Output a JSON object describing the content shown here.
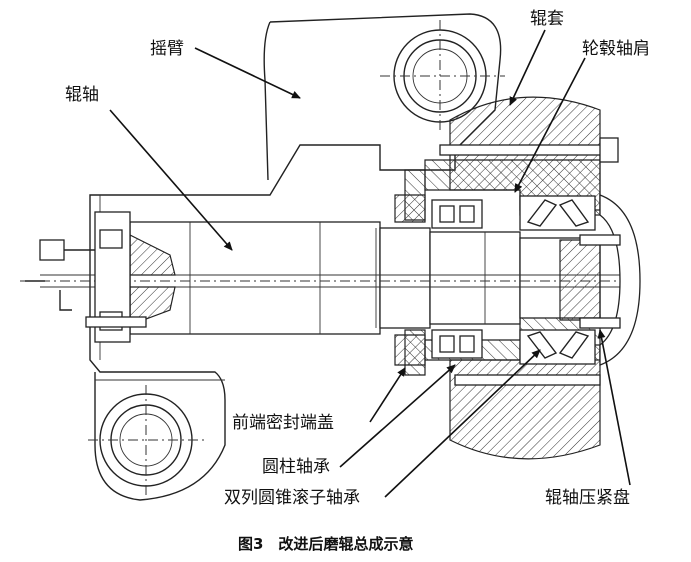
{
  "labels": {
    "rocker_arm": "摇臂",
    "roll_shaft": "辊轴",
    "roll_sleeve": "辊套",
    "hub_shoulder": "轮毂轴肩",
    "front_seal_cover": "前端密封端盖",
    "cylindrical_bearing": "圆柱轴承",
    "double_row_tapered_bearing": "双列圆锥滚子轴承",
    "roll_shaft_clamp_plate": "辊轴压紧盘"
  },
  "caption": "图3　改进后磨辊总成示意"
}
